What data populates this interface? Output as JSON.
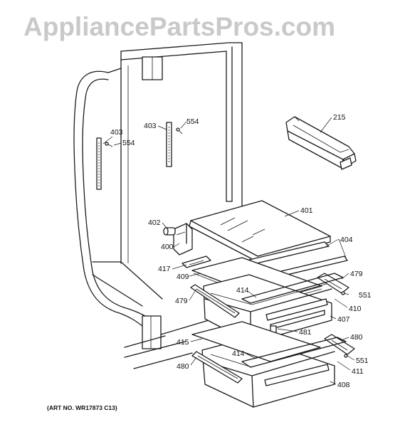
{
  "watermark": "AppliancePartsPros.com",
  "art_number": "(ART NO. WR17873 C13)",
  "callouts": [
    {
      "id": "c215",
      "text": "215"
    },
    {
      "id": "c403a",
      "text": "403"
    },
    {
      "id": "c554a",
      "text": "554"
    },
    {
      "id": "c403b",
      "text": "403"
    },
    {
      "id": "c554b",
      "text": "554"
    },
    {
      "id": "c401",
      "text": "401"
    },
    {
      "id": "c402",
      "text": "402"
    },
    {
      "id": "c400",
      "text": "400"
    },
    {
      "id": "c404",
      "text": "404"
    },
    {
      "id": "c417",
      "text": "417"
    },
    {
      "id": "c409",
      "text": "409"
    },
    {
      "id": "c479a",
      "text": "479"
    },
    {
      "id": "c414a",
      "text": "414"
    },
    {
      "id": "c551a",
      "text": "551"
    },
    {
      "id": "c479b",
      "text": "479"
    },
    {
      "id": "c410",
      "text": "410"
    },
    {
      "id": "c407",
      "text": "407"
    },
    {
      "id": "c481",
      "text": "481"
    },
    {
      "id": "c480a",
      "text": "480"
    },
    {
      "id": "c415",
      "text": "415"
    },
    {
      "id": "c414b",
      "text": "414"
    },
    {
      "id": "c551b",
      "text": "551"
    },
    {
      "id": "c480b",
      "text": "480"
    },
    {
      "id": "c411",
      "text": "411"
    },
    {
      "id": "c408",
      "text": "408"
    }
  ]
}
